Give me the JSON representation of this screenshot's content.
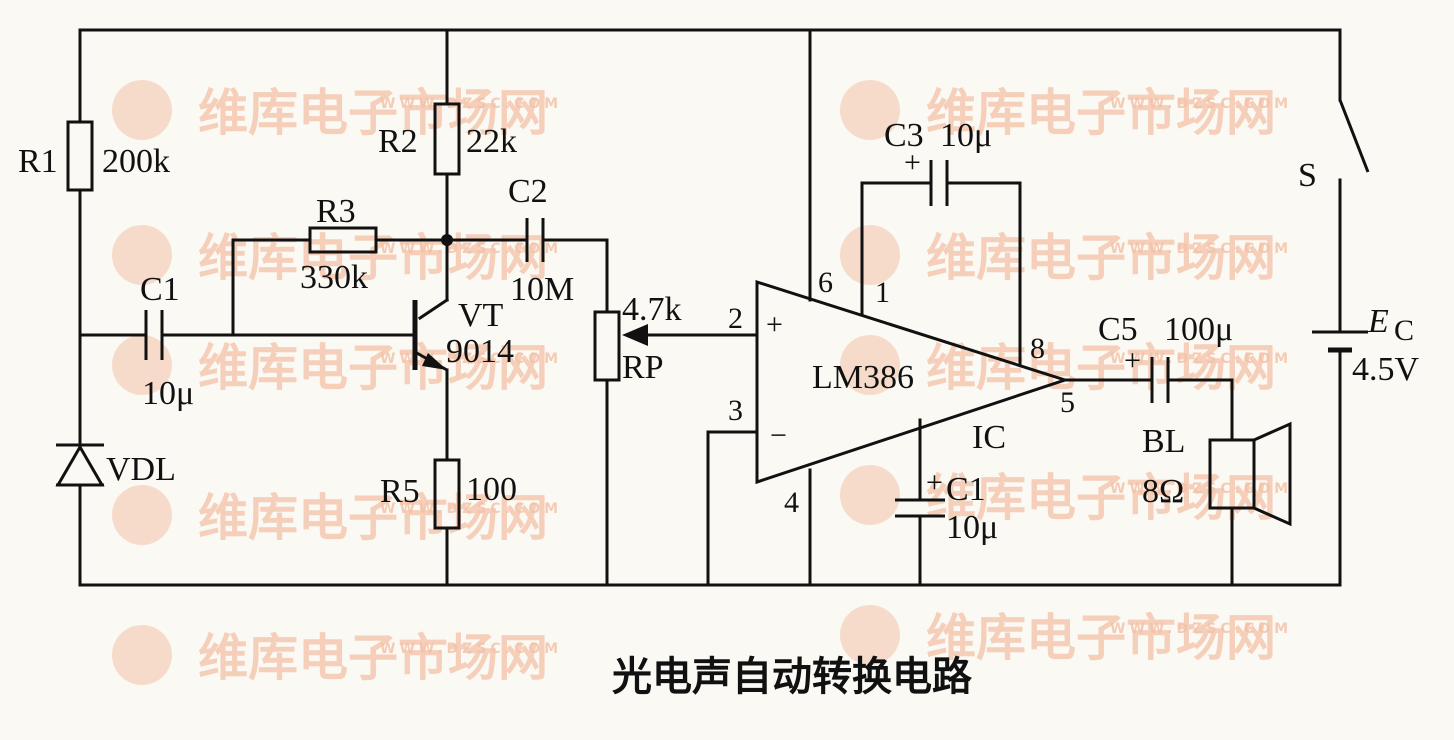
{
  "title": "光电声自动转换电路",
  "watermark": {
    "text": "维库电子市场网",
    "url": "WWW.DZSC.COM"
  },
  "components": {
    "R1": {
      "ref": "R1",
      "value": "200k"
    },
    "R2": {
      "ref": "R2",
      "value": "22k"
    },
    "R3": {
      "ref": "R3",
      "value": "330k"
    },
    "R5": {
      "ref": "R5",
      "value": "100"
    },
    "C1": {
      "ref": "C1",
      "value": "10μ"
    },
    "C2": {
      "ref": "C2",
      "value": "10M"
    },
    "VT": {
      "ref": "VT",
      "value": "9014"
    },
    "RP": {
      "ref": "RP",
      "value": "4.7k"
    },
    "VDL": {
      "ref": "VDL"
    },
    "IC": {
      "ref": "IC",
      "part": "LM386",
      "pins": [
        "2",
        "3",
        "4",
        "6",
        "1",
        "8",
        "5"
      ],
      "plus": "+",
      "minus": "−"
    },
    "C3": {
      "ref": "C3",
      "value": "10μ",
      "plus": "+"
    },
    "C1b": {
      "ref": "C1",
      "value": "10μ",
      "plus": "+"
    },
    "C5": {
      "ref": "C5",
      "value": "100μ",
      "plus": "+"
    },
    "BL": {
      "ref": "BL",
      "value": "8Ω"
    },
    "S": {
      "ref": "S"
    },
    "EC": {
      "ref": "E",
      "sub": "C",
      "value": "4.5V"
    }
  }
}
